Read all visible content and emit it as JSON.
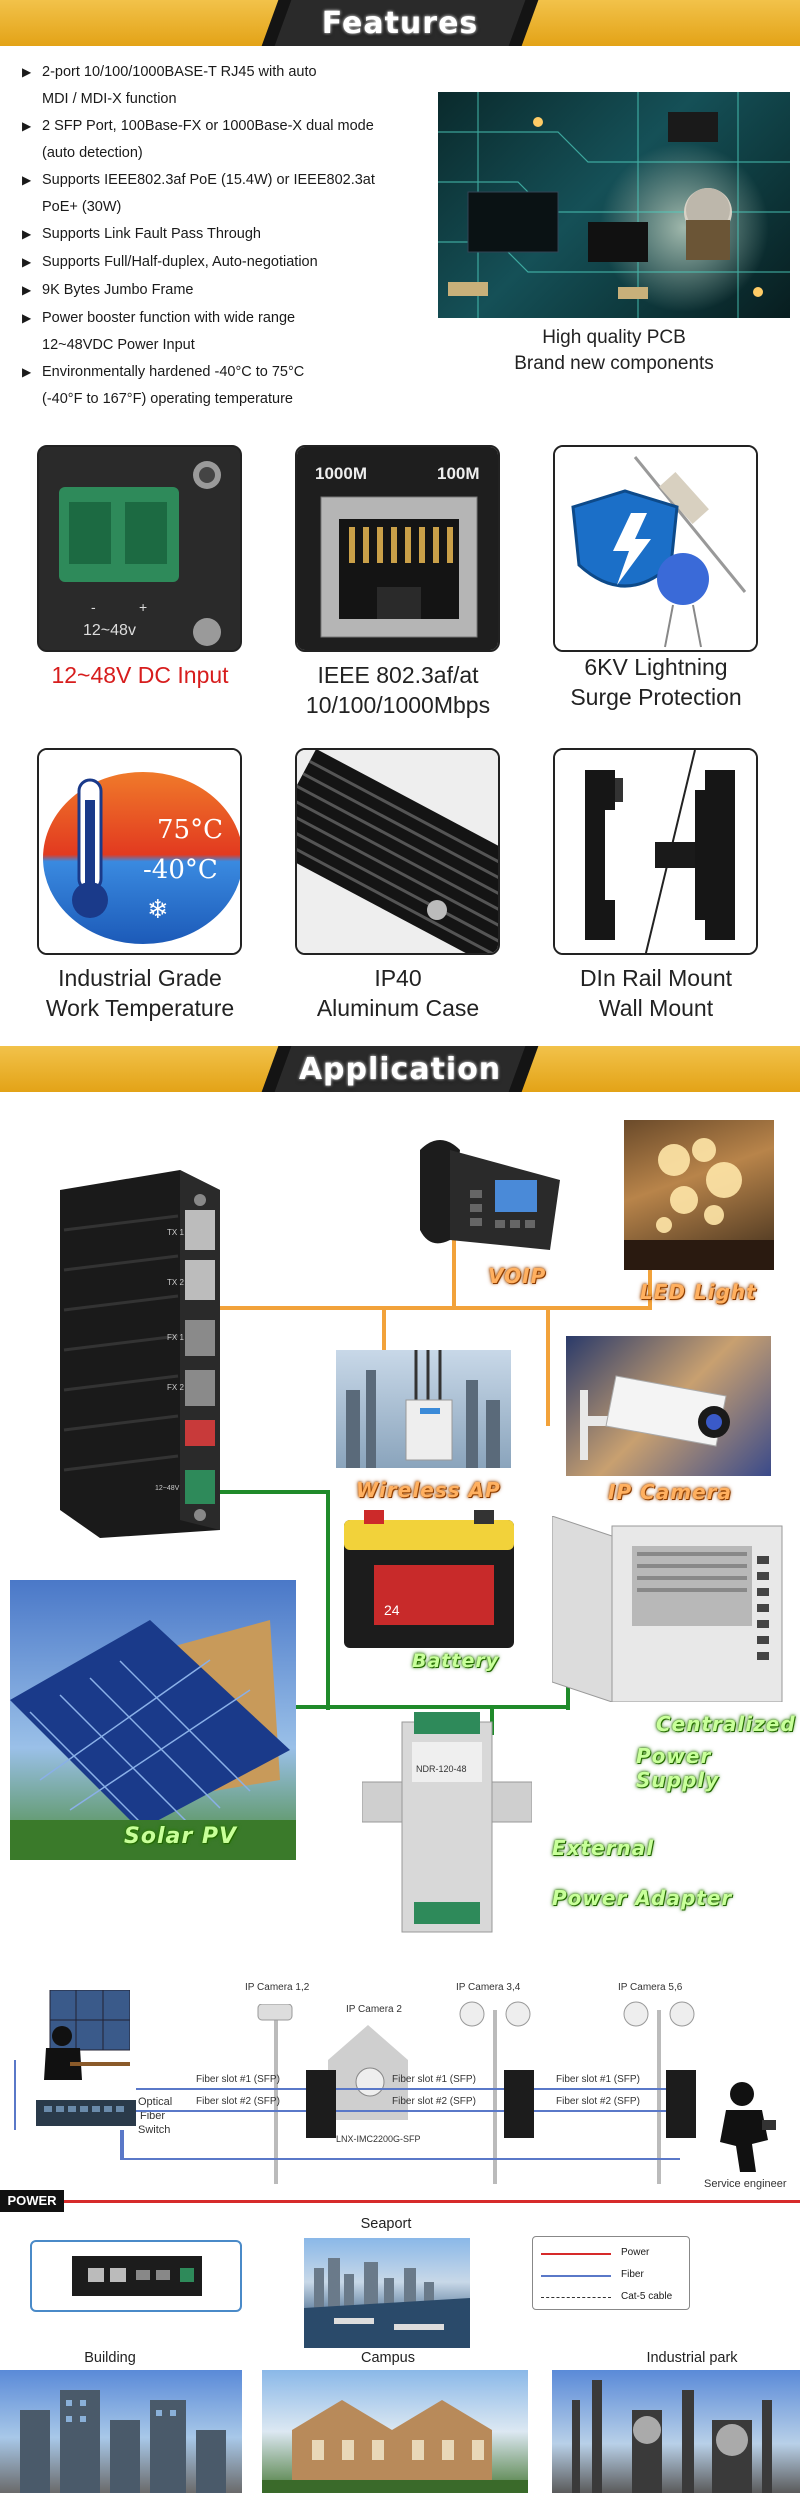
{
  "features": {
    "banner_title": "Features",
    "items": [
      {
        "line1": "2-port 10/100/1000BASE-T RJ45 with auto",
        "line2": "MDI / MDI-X function"
      },
      {
        "line1": "2 SFP Port, 100Base-FX or 1000Base-X dual mode",
        "line2": "(auto detection)"
      },
      {
        "line1": "Supports IEEE802.3af PoE (15.4W) or IEEE802.3at",
        "line2": "PoE+ (30W)"
      },
      {
        "line1": "Supports Link Fault Pass Through",
        "line2": ""
      },
      {
        "line1": "Supports Full/Half-duplex, Auto-negotiation",
        "line2": ""
      },
      {
        "line1": "9K Bytes Jumbo Frame",
        "line2": ""
      },
      {
        "line1": "Power booster function with wide range",
        "line2": "12~48VDC Power Input"
      },
      {
        "line1": "Environmentally hardened -40°C to 75°C",
        "line2": "(-40°F to 167°F) operating temperature"
      }
    ],
    "pcb_caption_1": "High quality PCB",
    "pcb_caption_2": "Brand new components",
    "cards": [
      {
        "caption1": "12~48V DC Input",
        "caption2": "",
        "img_text_minus": "-",
        "img_text_plus": "+",
        "img_text_voltage": "12~48v"
      },
      {
        "caption1": "IEEE 802.3af/at",
        "caption2": "10/100/1000Mbps",
        "img_text_left": "1000M",
        "img_text_right": "100M"
      },
      {
        "caption1": "6KV Lightning",
        "caption2": "Surge Protection"
      },
      {
        "caption1": "Industrial Grade",
        "caption2": "Work Temperature",
        "img_text_hot": "75°C",
        "img_text_cold": "-40°C"
      },
      {
        "caption1": "IP40",
        "caption2": "Aluminum Case"
      },
      {
        "caption1": "DIn Rail Mount",
        "caption2": "Wall Mount"
      }
    ]
  },
  "application": {
    "banner_title": "Application",
    "labels": {
      "voip": "VOIP",
      "led_light": "LED Light",
      "wireless_ap": "Wireless AP",
      "ip_camera": "IP Camera",
      "battery": "Battery",
      "solar_pv": "Solar PV",
      "centralized_1": "Centralized",
      "centralized_2": "Power Supply",
      "external_1": "External",
      "external_2": "Power Adapter",
      "battery_num": "24",
      "adapter_model": "NDR-120-48",
      "device_ports": [
        "TX 1",
        "TX 2",
        "FX 1",
        "FX 2",
        "12~48V"
      ]
    }
  },
  "topology": {
    "cameras": [
      "IP Camera 1,2",
      "IP Camera 2",
      "IP Camera 3,4",
      "IP Camera 5,6"
    ],
    "fiber_slot_1": "Fiber slot #1 (SFP)",
    "fiber_slot_2": "Fiber slot #2 (SFP)",
    "switch_label_1": "Optical",
    "switch_label_2": "Fiber",
    "switch_label_3": "Switch",
    "model": "LNX-IMC2200G-SFP",
    "service": "Service engineer",
    "power": "POWER"
  },
  "locations": {
    "seaport": "Seaport",
    "building": "Building",
    "campus": "Campus",
    "industrial": "Industrial park"
  },
  "legend": {
    "power": "Power",
    "fiber": "Fiber",
    "cat5": "Cat-5 cable",
    "power_color": "#d62a2a",
    "fiber_color": "#5a78c8"
  }
}
